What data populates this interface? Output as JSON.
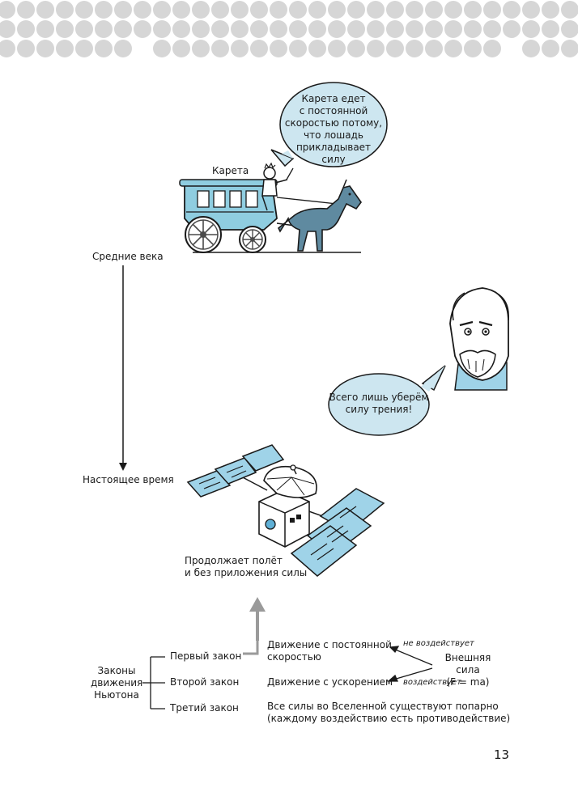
{
  "labels": {
    "carriage": "Карета",
    "middle_ages": "Средние века",
    "present_time": "Настоящее время"
  },
  "bubbles": {
    "carriage_lines": [
      "Карета едет",
      "с постоянной",
      "скоростью потому,",
      "что лошадь",
      "прикладывает",
      "силу"
    ],
    "friction_lines": [
      "Всего лишь уберём",
      "силу трения!"
    ]
  },
  "satellite_caption_lines": [
    "Продолжает полёт",
    "и без приложения силы"
  ],
  "newton": {
    "group_lines": [
      "Законы",
      "движения",
      "Ньютона"
    ],
    "laws": [
      {
        "name": "Первый закон",
        "description_lines": [
          "Движение с постоянной",
          "скоростью"
        ]
      },
      {
        "name": "Второй закон",
        "description_lines": [
          "Движение с ускорением"
        ]
      },
      {
        "name": "Третий закон",
        "description_lines": [
          "Все силы во Вселенной существуют попарно",
          "(каждому воздействию есть противодействие)"
        ]
      }
    ],
    "not_acting": "не воздействует",
    "acting": "воздействует",
    "external_force_lines": [
      "Внешняя сила",
      "(F = ma)"
    ]
  },
  "page_number": "13",
  "colors": {
    "dots": "#d6d6d6",
    "bubble": "#cde6f0",
    "carriage": "#8fcde0",
    "horse": "#5f8aa0",
    "panel": "#9fd3e8",
    "arrow_gray": "#9a9a9a",
    "ink": "#1a1a1a"
  }
}
